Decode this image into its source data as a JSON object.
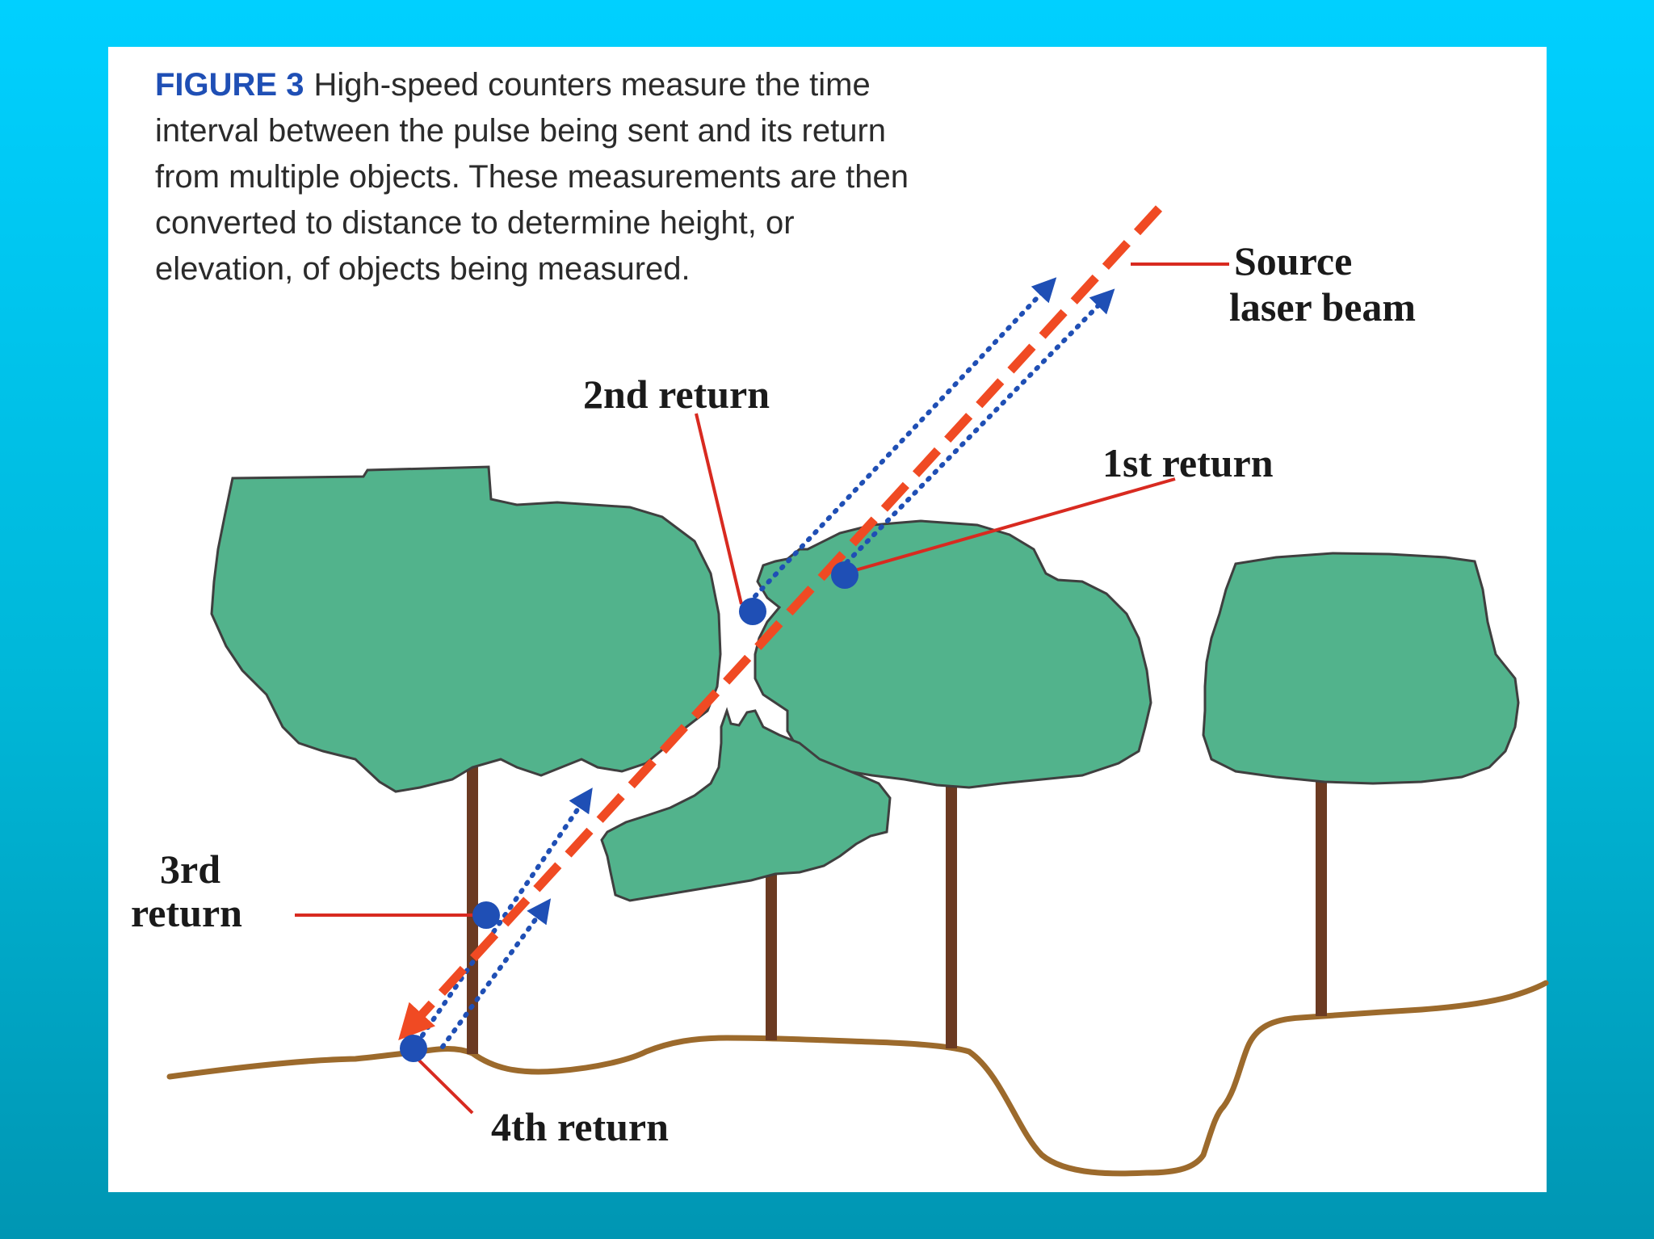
{
  "caption": {
    "figure_label": "FIGURE 3",
    "lines": [
      "High-speed counters measure the time",
      "interval between the pulse being sent and its return",
      "from multiple objects. These measurements are then",
      "converted to distance to determine height, or",
      "elevation, of objects being measured."
    ]
  },
  "labels": {
    "source_line1": "Source",
    "source_line2": "laser beam",
    "second_return": "2nd return",
    "first_return": "1st return",
    "third_line1": "3rd",
    "third_line2": "return",
    "fourth_return": "4th return"
  },
  "colors": {
    "background_top": "#00d0ff",
    "background_bottom": "#0096b3",
    "panel": "#ffffff",
    "canopy": "#52b38c",
    "trunk": "#6b3a22",
    "ground": "#9c6a2c",
    "laser": "#f04a23",
    "return_path": "#1f4fb5",
    "leader_line": "#d82a20"
  },
  "icons": [
    "arrowhead-icon",
    "return-point-dot-icon"
  ]
}
